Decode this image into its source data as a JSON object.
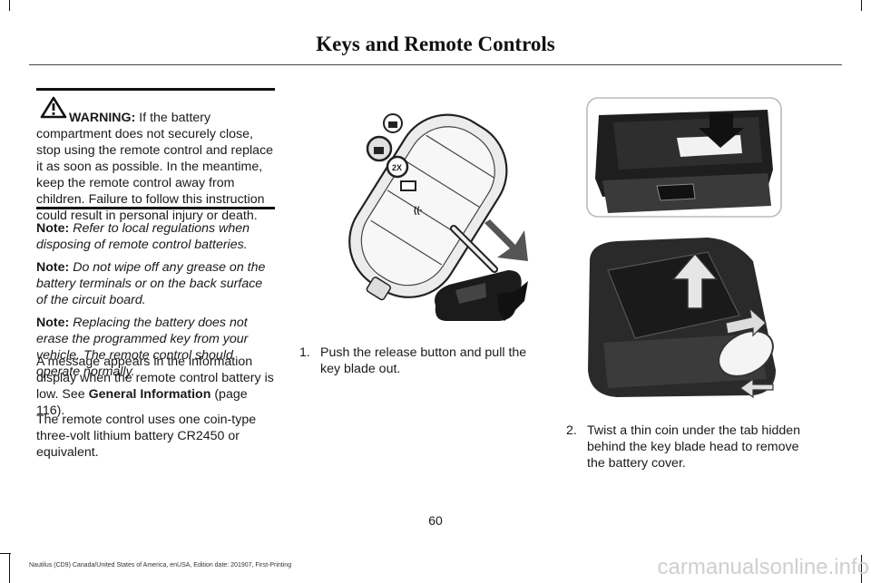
{
  "header": {
    "title": "Keys and Remote Controls"
  },
  "warning": {
    "label": "WARNING:",
    "text": "If the battery compartment does not securely close, stop using the remote control and replace it as soon as possible. In the meantime, keep the remote control away from children. Failure to follow this instruction could result in personal injury or death."
  },
  "notes": [
    {
      "label": "Note:",
      "text": "Refer to local regulations when disposing of remote control batteries."
    },
    {
      "label": "Note:",
      "text": "Do not wipe off any grease on the battery terminals or on the back surface of the circuit board."
    },
    {
      "label": "Note:",
      "text": " Replacing the battery does not erase the programmed key from your vehicle.  The remote control should operate normally."
    }
  ],
  "message": {
    "before": "A message appears in the information display when the remote control battery is low.  See ",
    "link": "General Information",
    "after": " (page 116)."
  },
  "battery_text": "The remote control uses one coin-type three-volt lithium battery CR2450 or equivalent.",
  "steps": [
    {
      "number": "1.",
      "text": "Push the release button and pull the key blade out."
    },
    {
      "number": "2.",
      "text": "Twist a thin coin under the tab hidden behind the key blade head to remove the battery cover."
    }
  ],
  "page_number": "60",
  "footer": "Nautilus (CD9) Canada/United States of America, enUSA, Edition date: 201907, First-Printing",
  "watermark": "carmanualsonline.info",
  "icons": {
    "warning": "warning-triangle-icon",
    "lock": "lock-icon",
    "unlock": "unlock-icon",
    "remote_start": "remote-start-icon",
    "liftgate": "liftgate-icon",
    "panic": "panic-icon"
  }
}
